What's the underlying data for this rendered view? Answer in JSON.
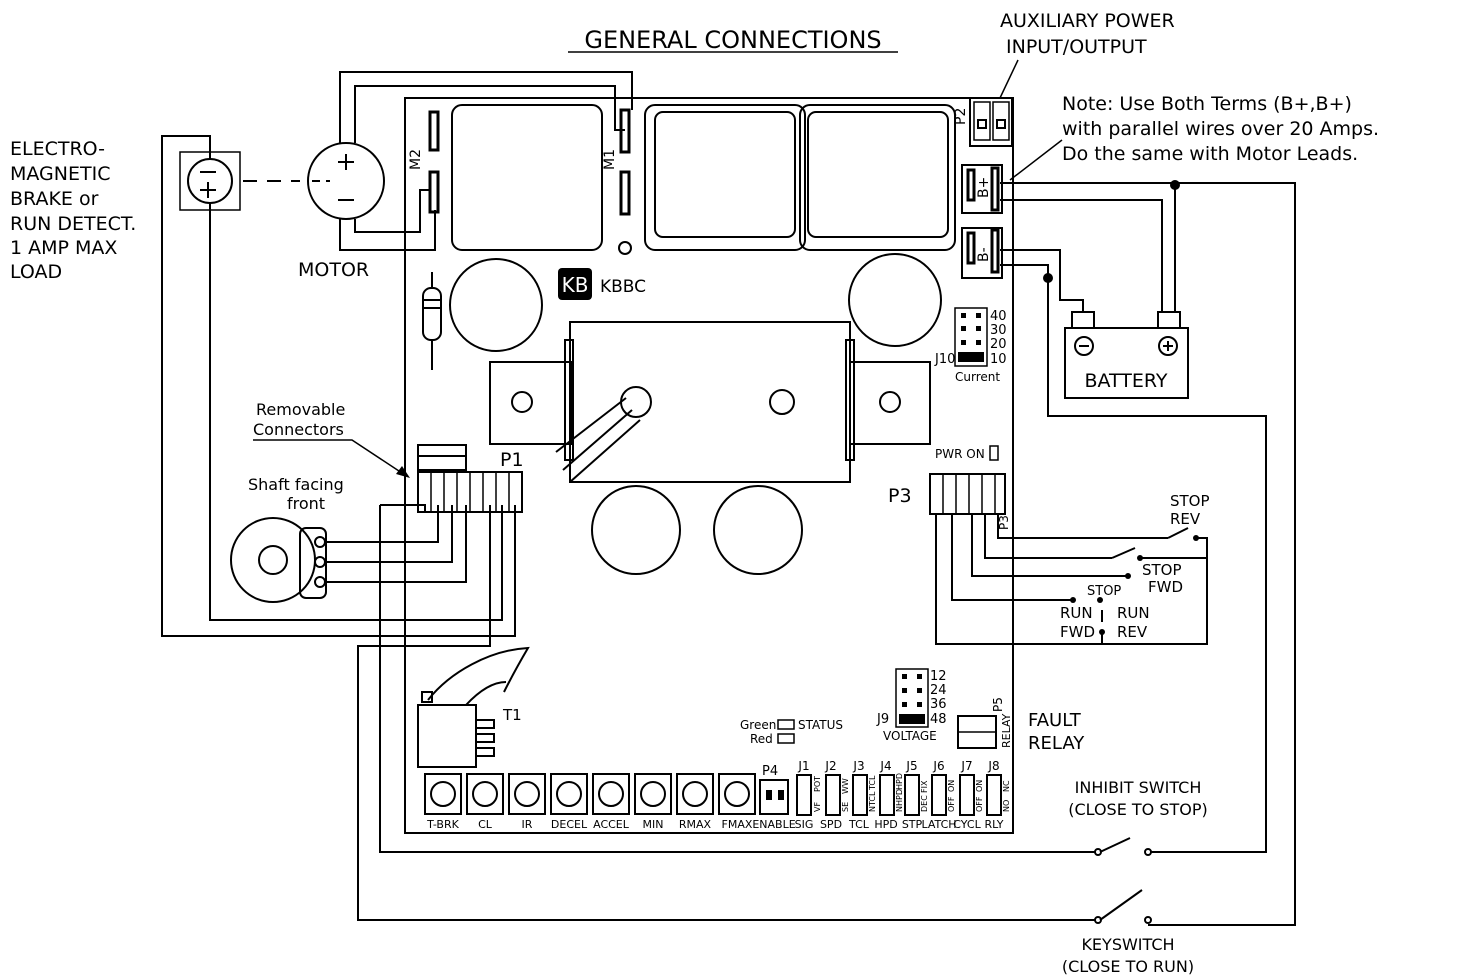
{
  "title": "GENERAL CONNECTIONS",
  "aux_power": [
    "AUXILIARY POWER",
    "INPUT/OUTPUT"
  ],
  "note": [
    "Note: Use Both Terms (B+,B+)",
    "with parallel wires over 20 Amps.",
    "Do the same with Motor Leads."
  ],
  "brake_label": [
    "ELECTRO-",
    "MAGNETIC",
    "BRAKE or",
    "RUN DETECT.",
    "1 AMP MAX",
    "LOAD"
  ],
  "motor_label": "MOTOR",
  "brand": {
    "logo": "KB",
    "model": "KBBC"
  },
  "terminals": {
    "m1": "M1",
    "m2": "M2",
    "p2": "P2",
    "b_plus": "B+",
    "b_minus": "B-",
    "p1": "P1",
    "p3": "P3",
    "p3_small": "P3",
    "p5": "P5",
    "p5_relay": "RELAY",
    "t1": "T1",
    "p4": "P4"
  },
  "battery": {
    "label": "BATTERY",
    "minus": "⊖",
    "plus": "⊕"
  },
  "current_jumper": {
    "values": [
      "40",
      "30",
      "20",
      "10"
    ],
    "id": "J10",
    "label": "Current"
  },
  "voltage_jumper": {
    "values": [
      "12",
      "24",
      "36",
      "48"
    ],
    "id": "J9",
    "label": "VOLTAGE"
  },
  "removable_connectors": [
    "Removable",
    "Connectors"
  ],
  "shaft_label": [
    "Shaft facing",
    "front"
  ],
  "pwr_on": "PWR ON",
  "status": {
    "green": "Green",
    "red": "Red",
    "label": "STATUS"
  },
  "fault_relay": [
    "FAULT",
    "RELAY"
  ],
  "switches": {
    "stop_rev": [
      "STOP",
      "REV"
    ],
    "stop_fwd": [
      "STOP",
      "FWD"
    ],
    "stop": "STOP",
    "run_fwd": [
      "RUN",
      "FWD"
    ],
    "run_rev": [
      "RUN",
      "REV"
    ]
  },
  "inhibit": [
    "INHIBIT SWITCH",
    "(CLOSE TO STOP)"
  ],
  "keyswitch": [
    "KEYSWITCH",
    "(CLOSE TO RUN)"
  ],
  "trimpots": [
    "T-BRK",
    "CL",
    "IR",
    "DECEL",
    "ACCEL",
    "MIN",
    "RMAX",
    "FMAX"
  ],
  "enable_label": "ENABLE",
  "jumpers": [
    {
      "id": "J1",
      "top": "VF",
      "top2": "POT",
      "bottom": "SIG"
    },
    {
      "id": "J2",
      "top": "SE",
      "top2": "WW",
      "bottom": "SPD"
    },
    {
      "id": "J3",
      "top": "NTCL",
      "top2": "TCL",
      "bottom": "TCL"
    },
    {
      "id": "J4",
      "top": "NHPD",
      "top2": "HPD",
      "bottom": "HPD"
    },
    {
      "id": "J5",
      "top": "DEC",
      "top2": "FIX",
      "bottom": "STP"
    },
    {
      "id": "J6",
      "top": "OFF",
      "top2": "ON",
      "bottom": "LATCH"
    },
    {
      "id": "J7",
      "top": "OFF",
      "top2": "ON",
      "bottom": "CYCL"
    },
    {
      "id": "J8",
      "top": "NO",
      "top2": "NC",
      "bottom": "RLY"
    }
  ]
}
